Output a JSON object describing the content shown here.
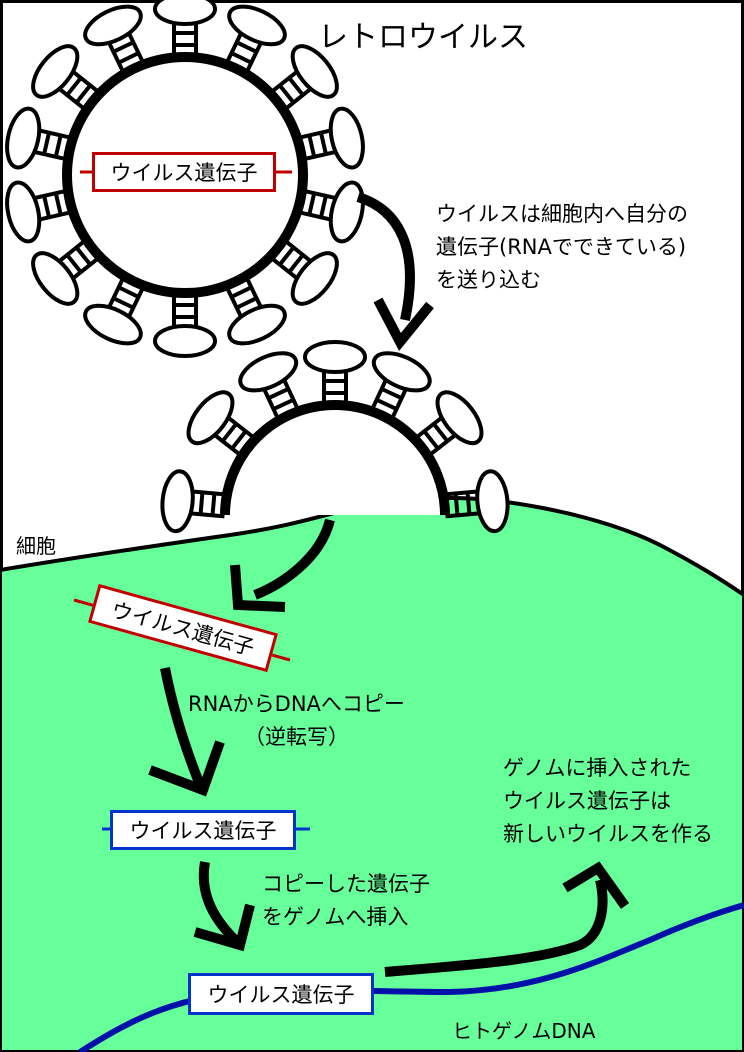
{
  "title": "レトロウイルス",
  "gene_label": "ウイルス遺伝子",
  "cell_label": "細胞",
  "step1": [
    "ウイルスは細胞内へ自分の",
    "遺伝子(RNAでできている)",
    "を送り込む"
  ],
  "step2": [
    "RNAからDNAへコピー",
    "（逆転写）"
  ],
  "step3": [
    "コピーした遺伝子",
    "をゲノムへ挿入"
  ],
  "step4": [
    "ゲノムに挿入された",
    "ウイルス遺伝子は",
    "新しいウイルスを作る"
  ],
  "genome_label": "ヒトゲノムDNA",
  "colors": {
    "cell": "#66ff99",
    "rna_gene": "#c00000",
    "dna_gene": "#0033cc",
    "genome": "#0011aa",
    "outline": "#000000"
  }
}
